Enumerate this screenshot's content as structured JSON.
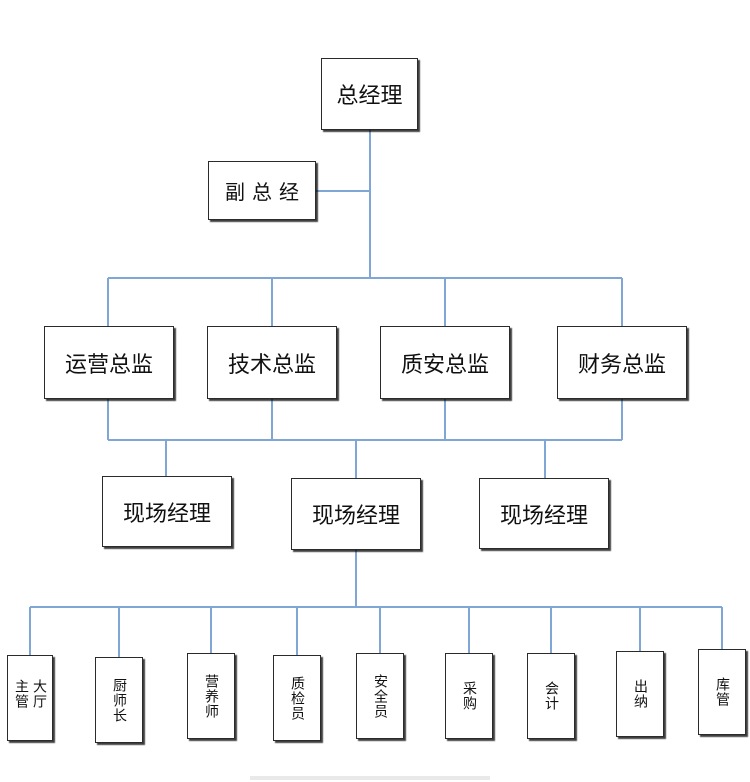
{
  "colors": {
    "connector": "#7fa6d4",
    "box_border": "#2b2b2b",
    "text": "#111111"
  },
  "chart": {
    "ceo": "总经理",
    "deputy": "副总经",
    "directors": [
      "运营总监",
      "技术总监",
      "质安总监",
      "财务总监"
    ],
    "site_managers": [
      "现场经理",
      "现场经理",
      "现场经理"
    ],
    "staff": [
      "大厅主管",
      "厨师长",
      "营养师",
      "质检员",
      "安全员",
      "采购",
      "会计",
      "出纳",
      "库管"
    ]
  }
}
